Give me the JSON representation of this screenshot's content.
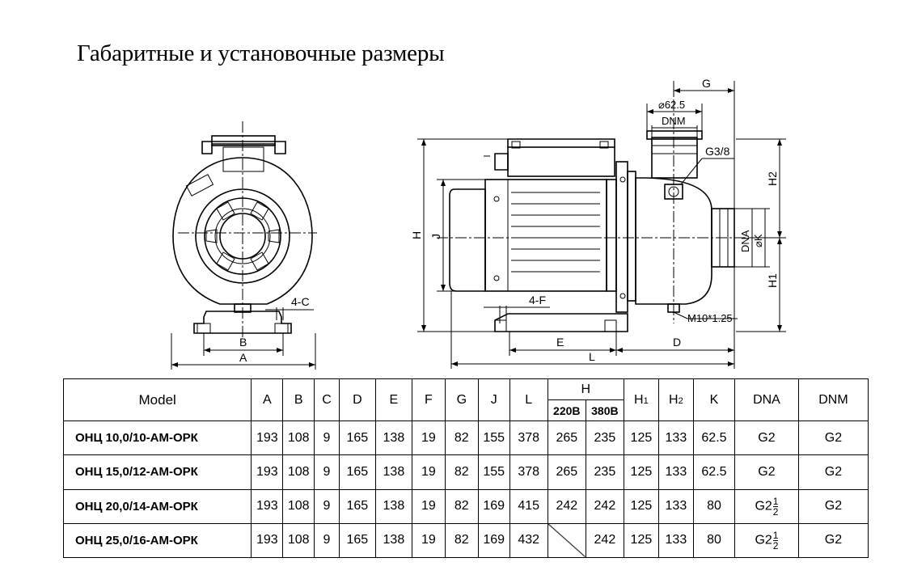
{
  "title": "Габаритные и установочные размеры",
  "drawing_labels": {
    "A": "A",
    "B": "B",
    "C4": "4-C",
    "G": "G",
    "phi": "⌀62.5",
    "DNM": "DNM",
    "G38": "G3/8",
    "H2": "H2",
    "H1": "H1",
    "H": "H",
    "J": "J",
    "DNA": "DNA",
    "phiK": "⌀K",
    "F4": "4-F",
    "E": "E",
    "L": "L",
    "D": "D",
    "M10": "M10*1.25"
  },
  "table": {
    "headers": {
      "model": "Model",
      "A": "A",
      "B": "B",
      "C": "C",
      "D": "D",
      "E": "E",
      "F": "F",
      "G": "G",
      "J": "J",
      "L": "L",
      "H": "H",
      "H_220": "220В",
      "H_380": "380В",
      "H1": "H",
      "H1_sub": "1",
      "H2": "H",
      "H2_sub": "2",
      "K": "K",
      "DNA": "DNA",
      "DNM": "DNM"
    },
    "rows": [
      {
        "model": "ОНЦ 10,0/10-АМ-ОРК",
        "A": "193",
        "B": "108",
        "C": "9",
        "D": "165",
        "E": "138",
        "F": "19",
        "G": "82",
        "J": "155",
        "L": "378",
        "H220": "265",
        "H380": "235",
        "H1": "125",
        "H2": "133",
        "K": "62.5",
        "DNA": "G2",
        "DNA_frac": null,
        "DNM": "G2"
      },
      {
        "model": "ОНЦ 15,0/12-АМ-ОРК",
        "A": "193",
        "B": "108",
        "C": "9",
        "D": "165",
        "E": "138",
        "F": "19",
        "G": "82",
        "J": "155",
        "L": "378",
        "H220": "265",
        "H380": "235",
        "H1": "125",
        "H2": "133",
        "K": "62.5",
        "DNA": "G2",
        "DNA_frac": null,
        "DNM": "G2"
      },
      {
        "model": "ОНЦ 20,0/14-АМ-ОРК",
        "A": "193",
        "B": "108",
        "C": "9",
        "D": "165",
        "E": "138",
        "F": "19",
        "G": "82",
        "J": "169",
        "L": "415",
        "H220": "242",
        "H380": "242",
        "H1": "125",
        "H2": "133",
        "K": "80",
        "DNA": "G2",
        "DNA_frac": {
          "num": "1",
          "den": "2"
        },
        "DNM": "G2"
      },
      {
        "model": "ОНЦ 25,0/16-АМ-ОРК",
        "A": "193",
        "B": "108",
        "C": "9",
        "D": "165",
        "E": "138",
        "F": "19",
        "G": "82",
        "J": "169",
        "L": "432",
        "H220": "",
        "H380": "242",
        "H1": "125",
        "H2": "133",
        "K": "80",
        "DNA": "G2",
        "DNA_frac": {
          "num": "1",
          "den": "2"
        },
        "DNM": "G2"
      }
    ]
  }
}
